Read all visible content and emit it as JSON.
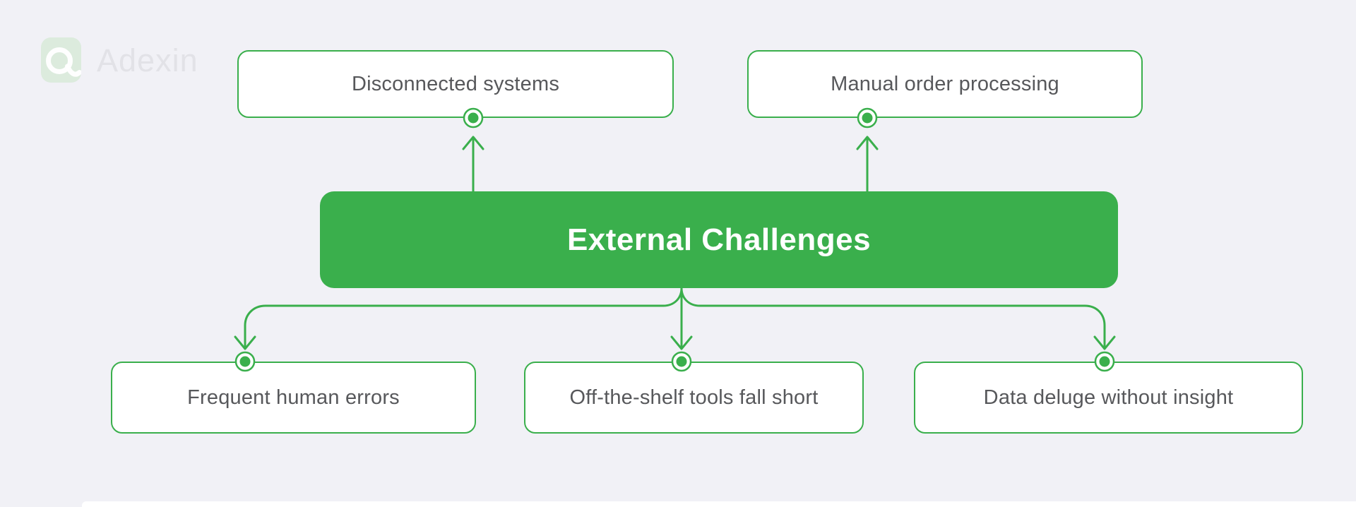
{
  "colors": {
    "background": "#f1f1f6",
    "green": "#3aaf4c",
    "node_fill": "#ffffff",
    "node_text": "#57585b",
    "center_text": "#ffffff",
    "logo_tile": "#dcebdd",
    "logo_text": "#e2e2e7",
    "edge_strip": "#ffffff"
  },
  "logo": {
    "brand": "Adexin",
    "icon": "adexin-lens-icon"
  },
  "diagram": {
    "center": {
      "label": "External Challenges"
    },
    "top_nodes": [
      {
        "label": "Disconnected systems"
      },
      {
        "label": "Manual order processing"
      }
    ],
    "bottom_nodes": [
      {
        "label": "Frequent human errors"
      },
      {
        "label": "Off-the-shelf tools fall short"
      },
      {
        "label": "Data deluge without insight"
      }
    ]
  }
}
